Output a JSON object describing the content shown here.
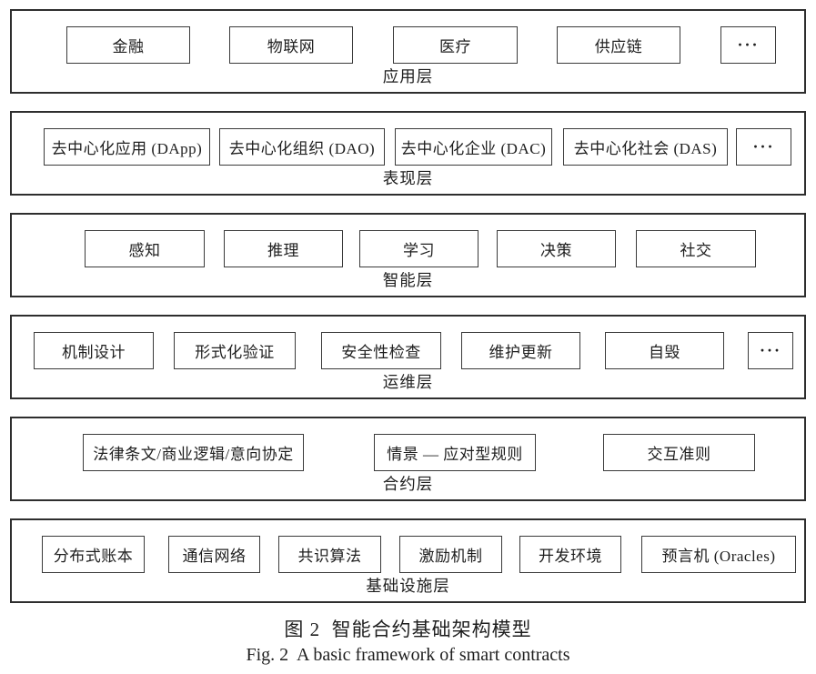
{
  "diagram": {
    "title_semantic": "smart-contract-basic-framework",
    "layers": [
      {
        "name": "应用层",
        "boxes": [
          "金融",
          "物联网",
          "医疗",
          "供应链",
          "···"
        ]
      },
      {
        "name": "表现层",
        "boxes": [
          "去中心化应用 (DApp)",
          "去中心化组织 (DAO)",
          "去中心化企业 (DAC)",
          "去中心化社会 (DAS)",
          "···"
        ]
      },
      {
        "name": "智能层",
        "boxes": [
          "感知",
          "推理",
          "学习",
          "决策",
          "社交"
        ]
      },
      {
        "name": "运维层",
        "boxes": [
          "机制设计",
          "形式化验证",
          "安全性检查",
          "维护更新",
          "自毁",
          "···"
        ]
      },
      {
        "name": "合约层",
        "boxes": [
          "法律条文/商业逻辑/意向协定",
          "情景 — 应对型规则",
          "交互准则"
        ]
      },
      {
        "name": "基础设施层",
        "boxes": [
          "分布式账本",
          "通信网络",
          "共识算法",
          "激励机制",
          "开发环境",
          "预言机 (Oracles)"
        ]
      }
    ],
    "caption_zh": "图 2  智能合约基础架构模型",
    "caption_en": "Fig. 2  A basic framework of smart contracts",
    "colors": {
      "ink": "#1e1e1e",
      "border": "#2e2e2e",
      "background": "#ffffff"
    }
  }
}
